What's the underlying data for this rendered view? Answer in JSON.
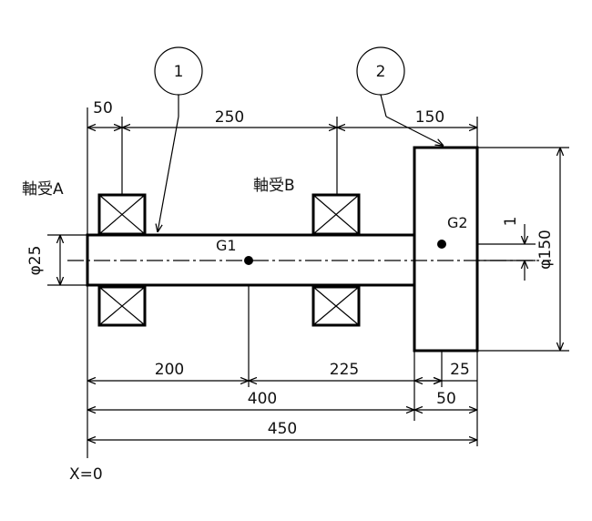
{
  "balloons": {
    "shaft": "1",
    "disk": "2"
  },
  "bearings": {
    "a": "軸受A",
    "b": "軸受B"
  },
  "points": {
    "g1": "G1",
    "g2": "G2"
  },
  "dims": {
    "d50_top": "50",
    "d250": "250",
    "d150_top": "150",
    "phi25": "φ25",
    "phi150": "φ150",
    "d1": "1",
    "d200": "200",
    "d225": "225",
    "d25": "25",
    "d400": "400",
    "d50_bottom": "50",
    "d450": "450"
  },
  "origin": "X=0"
}
